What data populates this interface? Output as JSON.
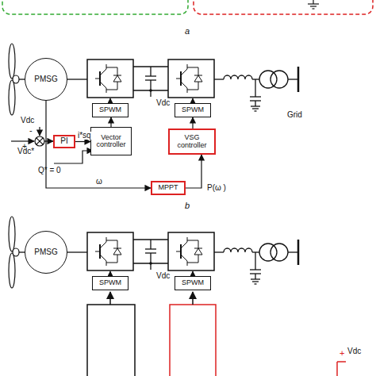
{
  "diagram": {
    "nodes": [
      {
        "text": [
          "PMSG"
        ]
      },
      {
        "text": [
          "SPWM"
        ]
      },
      {
        "text": [
          "SPWM"
        ]
      },
      {
        "text": [
          "PI"
        ]
      },
      {
        "text": [
          "Vector controller"
        ]
      },
      {
        "text": [
          "VSG controller"
        ]
      },
      {
        "text": [
          "MPPT"
        ]
      },
      {
        "text": [
          "PMSG"
        ]
      },
      {
        "text": [
          "SPWM"
        ]
      },
      {
        "text": [
          "SPWM"
        ]
      }
    ],
    "edges": [
      {
        "from": 3,
        "to": 4,
        "arrow": "to",
        "label": "i*sq"
      },
      {
        "from": 4,
        "to": 1,
        "arrow": "to"
      },
      {
        "from": 5,
        "to": 2,
        "arrow": "to"
      },
      {
        "from": 6,
        "to": 5,
        "arrow": "to",
        "label": "P(ω )"
      },
      {
        "from": 0,
        "to": 6,
        "arrow": "to",
        "label": "ω"
      }
    ],
    "labels": [
      "a",
      "Vdc",
      "Vdc",
      "-",
      "+",
      "Vdc*",
      "Q* = 0",
      "Grid",
      "b",
      "Vdc",
      "Vdc",
      "+"
    ]
  }
}
